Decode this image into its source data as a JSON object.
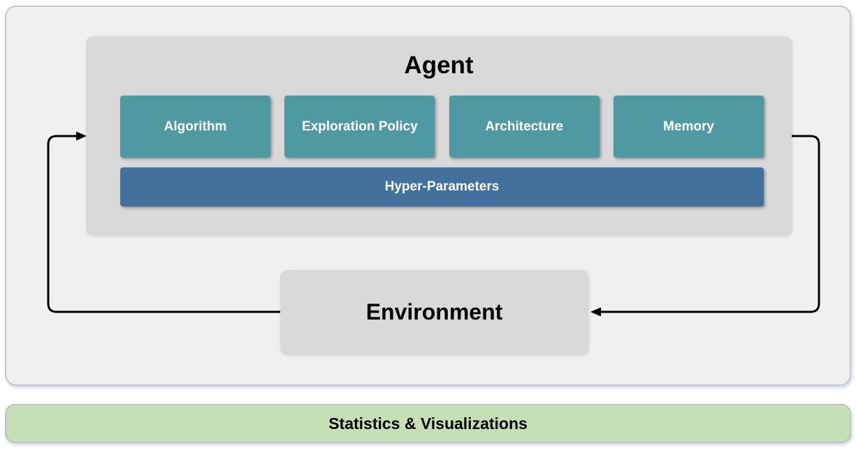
{
  "agent": {
    "title": "Agent",
    "components": [
      {
        "label": "Algorithm"
      },
      {
        "label": "Exploration Policy"
      },
      {
        "label": "Architecture"
      },
      {
        "label": "Memory"
      }
    ],
    "hyper_parameters": {
      "label": "Hyper-Parameters"
    }
  },
  "environment": {
    "title": "Environment"
  },
  "footer": {
    "label": "Statistics & Visualizations"
  },
  "colors": {
    "outer_panel_fill": "#f0f0f1",
    "inner_panel_fill": "#d9d9d9",
    "component_fill": "#4f9aa2",
    "hyper_parameters_fill": "#41719c",
    "footer_fill": "#c5e0b4",
    "arrow": "#000000"
  }
}
